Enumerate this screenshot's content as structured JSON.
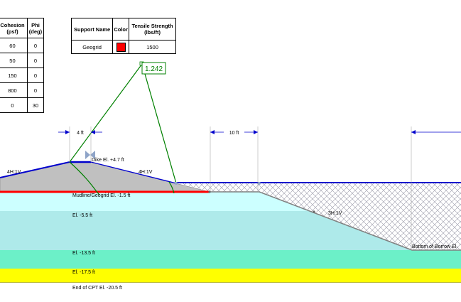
{
  "material_table": {
    "headers": [
      "Cohesion\n(psf)",
      "Phi\n(deg)"
    ],
    "rows": [
      [
        "60",
        "0"
      ],
      [
        "50",
        "0"
      ],
      [
        "150",
        "0"
      ],
      [
        "800",
        "0"
      ],
      [
        "0",
        "30"
      ]
    ]
  },
  "support_table": {
    "headers": [
      "Support Name",
      "Color",
      "Tensile Strength\n(lbs/ft)"
    ],
    "rows": [
      {
        "name": "Geogrid",
        "color": "#ff0000",
        "strength": "1500"
      }
    ]
  },
  "factor_of_safety": "1.242",
  "dimensions": {
    "dim1": "4 ft",
    "dim2": "10 ft"
  },
  "slopes": {
    "left": "4H:1V",
    "right": "4H:1V",
    "borrow": "3H:1V"
  },
  "elevations": {
    "dike": "Dike El. +4.7 ft",
    "mudline": "Mudline/Geogrid El. -1.5 ft",
    "el_5_5": "El. -5.5 ft",
    "el_13_5": "El. -13.5 ft",
    "el_17_5": "El. -17.5 ft",
    "end_cpt": "End of CPT El. -20.5 ft",
    "borrow": "Bottom of Borrow El."
  },
  "colors": {
    "layer1": "#ccffff",
    "layer2": "#aeeaea",
    "layer3": "#6cf0c8",
    "layer4": "#ffff00",
    "dike_fill": "#c0c0c0",
    "geogrid": "#ff0000",
    "water": "#0000cc",
    "slip": "#008000"
  },
  "icons": {
    "water_marker": "water-level-triangle-icon"
  }
}
